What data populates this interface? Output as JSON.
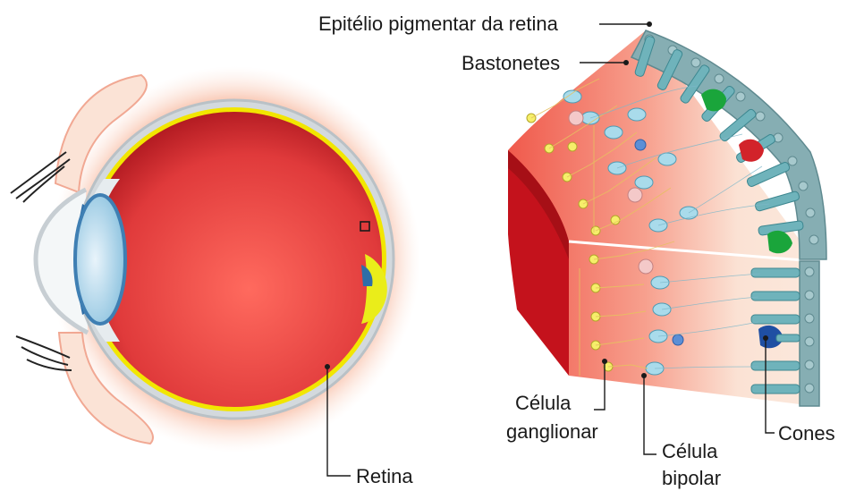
{
  "labels": {
    "rpe": "Epitélio pigmentar da retina",
    "rods": "Bastonetes",
    "ganglion_line1": "Célula",
    "ganglion_line2": "ganglionar",
    "bipolar_line1": "Célula",
    "bipolar_line2": "bipolar",
    "cones": "Cones",
    "retina": "Retina"
  },
  "colors": {
    "vitreous": "#e8363b",
    "sclera": "#c8cfd4",
    "retina_layer": "#f2e600",
    "rpe_layer": "#7fa7ad",
    "rod_cell": "#6fb3bb",
    "bipolar_cell": "#a9dbeb",
    "ganglion_cell": "#f6ef6a",
    "cone_green": "#1aa53b",
    "cone_red": "#d2232a",
    "cone_blue": "#1f4fa3"
  }
}
